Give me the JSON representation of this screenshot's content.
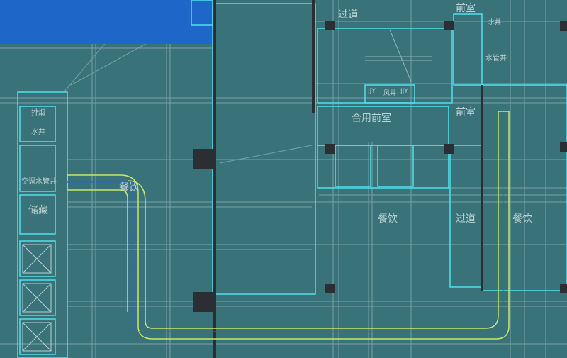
{
  "rooms": {
    "corridor_top": "过道",
    "front_room_top": "前室",
    "water_well_right": "水井",
    "water_pipe_well": "水管井",
    "shared_front_room": "合用前室",
    "front_room_mid": "前室",
    "jy_left": "JJY",
    "air_well": "风井",
    "jy_right": "JJY",
    "smoke_exhaust": "排烟",
    "water_well_left": "水井",
    "ac_pipe_well": "空调水管井",
    "storage": "储藏",
    "dining_left": "餐饮",
    "dining_center": "餐饮",
    "corridor_mid": "过道",
    "dining_right": "餐饮"
  },
  "colors": {
    "background": "#3a7279",
    "wall_cyan": "#4fe0ec",
    "grid": "#8fb7ba",
    "route_yellow": "#c8e86a",
    "route_blue": "#2a5ee8",
    "selection_blue": "#1f66c9",
    "column": "#2b2f33"
  }
}
